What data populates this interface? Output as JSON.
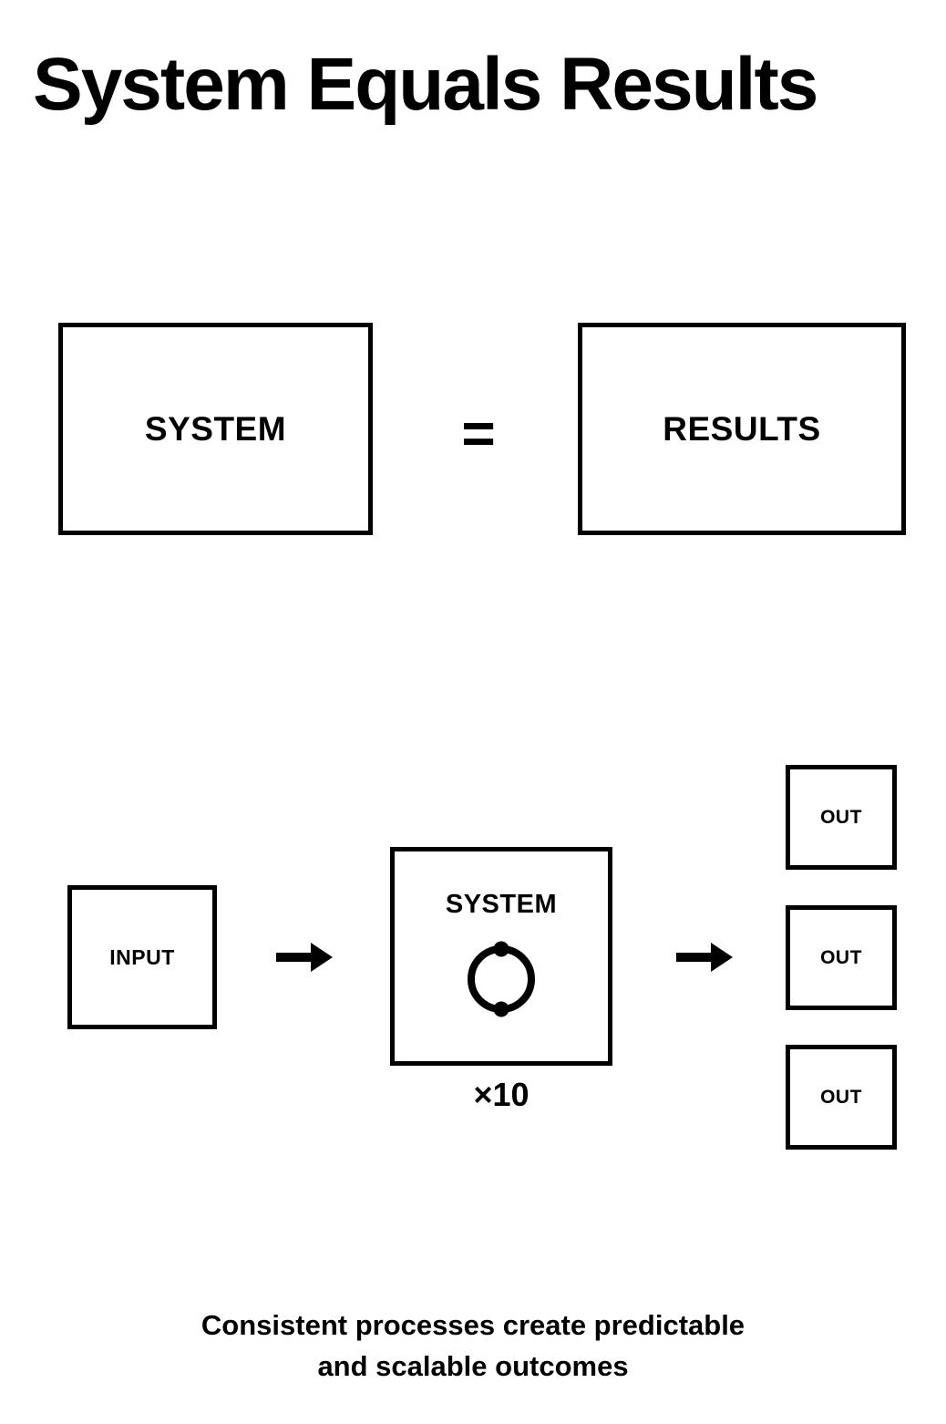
{
  "page": {
    "title": "System Equals Results",
    "background_color": "#ffffff",
    "ink_color": "#000000"
  },
  "equation": {
    "left_box_label": "SYSTEM",
    "operator": "=",
    "right_box_label": "RESULTS"
  },
  "flow": {
    "input_box_label": "INPUT",
    "arrow_1": "right-arrow",
    "system_box_label": "SYSTEM",
    "system_icon": "cycle-icon",
    "multiplier_label": "×10",
    "arrow_2": "right-arrow",
    "output_boxes": [
      {
        "label": "OUT"
      },
      {
        "label": "OUT"
      },
      {
        "label": "OUT"
      }
    ]
  },
  "caption": {
    "line_1": "Consistent processes create predictable",
    "line_2": "and scalable outcomes"
  }
}
